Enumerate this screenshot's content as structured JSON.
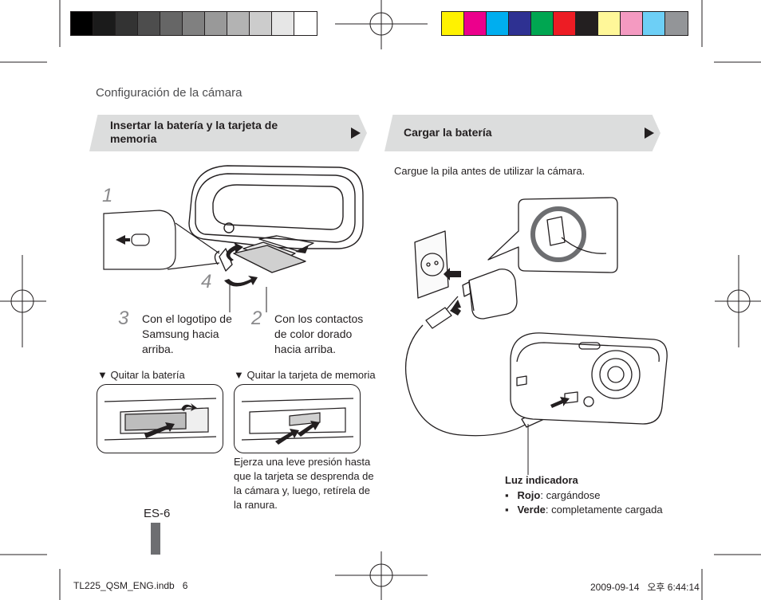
{
  "colors": {
    "grayscale": [
      "#000000",
      "#1b1b1b",
      "#333333",
      "#4d4d4d",
      "#666666",
      "#808080",
      "#999999",
      "#b3b3b3",
      "#cccccc",
      "#e6e6e6",
      "#ffffff"
    ],
    "process": [
      "#fff200",
      "#ec008c",
      "#00aeef",
      "#2e3192",
      "#00a651",
      "#ed1c24",
      "#231f20",
      "#fff799",
      "#f49ac1",
      "#6dcff6",
      "#939598"
    ],
    "header_bg": "#dcdddd"
  },
  "page": {
    "running_head": "Configuración de la cámara",
    "page_number": "ES-6",
    "footer_left": "TL225_QSM_ENG.indb   6",
    "footer_right": "2009-09-14   오후 6:44:14"
  },
  "left": {
    "header": "Insertar la batería y la tarjeta de memoria",
    "steps": [
      {
        "num": "1"
      },
      {
        "num": "4"
      },
      {
        "num": "3",
        "text": "Con el logotipo de Samsung hacia arriba."
      },
      {
        "num": "2",
        "text": "Con los contactos de color dorado hacia arriba."
      }
    ],
    "remove_battery": "▼ Quitar la batería",
    "remove_card": "▼ Quitar la tarjeta de memoria",
    "card_note": "Ejerza una leve presión hasta que la tarjeta se desprenda de la cámara y, luego, retírela de la ranura."
  },
  "right": {
    "header": "Cargar la batería",
    "intro": "Cargue la pila antes de utilizar la cámara.",
    "indicator_title": "Luz indicadora",
    "indicator_items": [
      {
        "label": "Rojo",
        "desc": ": cargándose"
      },
      {
        "label": "Verde",
        "desc": ": completamente cargada"
      }
    ]
  }
}
